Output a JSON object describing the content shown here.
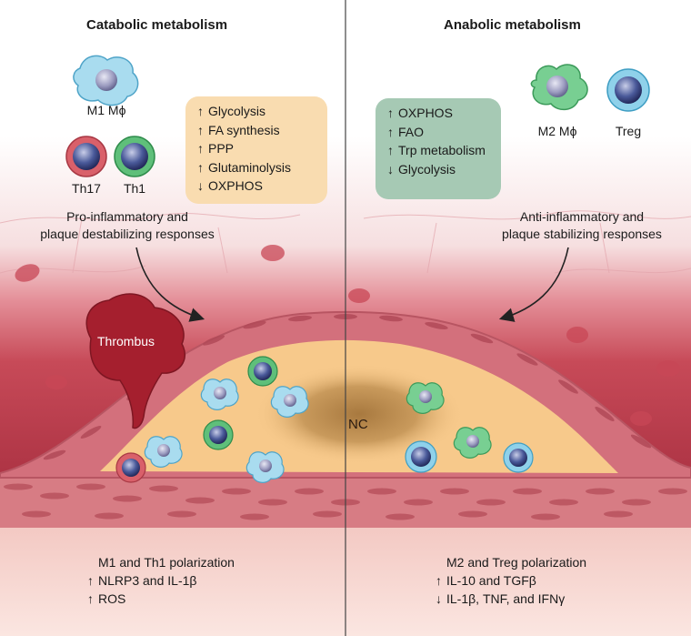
{
  "left": {
    "heading": "Catabolic metabolism",
    "cells": {
      "m1": "M1 Mϕ",
      "th17": "Th17",
      "th1": "Th1"
    },
    "metabolism": [
      {
        "arrow": "↑",
        "label": "Glycolysis"
      },
      {
        "arrow": "↑",
        "label": "FA synthesis"
      },
      {
        "arrow": "↑",
        "label": "PPP"
      },
      {
        "arrow": "↑",
        "label": "Glutaminolysis"
      },
      {
        "arrow": "↓",
        "label": "OXPHOS"
      }
    ],
    "response_line1": "Pro-inflammatory and",
    "response_line2": "plaque destabilizing responses",
    "bottom": [
      {
        "arrow": "",
        "label": "M1 and Th1 polarization"
      },
      {
        "arrow": "↑",
        "label": "NLRP3 and IL-1β"
      },
      {
        "arrow": "↑",
        "label": "ROS"
      }
    ]
  },
  "right": {
    "heading": "Anabolic metabolism",
    "cells": {
      "m2": "M2 Mϕ",
      "treg": "Treg"
    },
    "metabolism": [
      {
        "arrow": "↑",
        "label": "OXPHOS"
      },
      {
        "arrow": "↑",
        "label": "FAO"
      },
      {
        "arrow": "↑",
        "label": "Trp metabolism"
      },
      {
        "arrow": "↓",
        "label": "Glycolysis"
      }
    ],
    "response_line1": "Anti-inflammatory and",
    "response_line2": "plaque stabilizing responses",
    "bottom": [
      {
        "arrow": "",
        "label": "M2 and Treg polarization"
      },
      {
        "arrow": "↑",
        "label": "IL-10 and TGFβ"
      },
      {
        "arrow": "↓",
        "label": "IL-1β, TNF, and IFNγ"
      }
    ]
  },
  "plaque": {
    "thrombus": "Thrombus",
    "core": "NC"
  },
  "colors": {
    "catabolic_box": "#f9dcb0",
    "anabolic_box": "#a6c9b4",
    "tissue": "#b23a48",
    "plaque_core": "#f7c98b",
    "m1_cell": "#a9dcef",
    "th17_cell": "#d9606a",
    "th1_cell": "#5fbf7a",
    "m2_cell": "#78cf92",
    "treg_cell": "#8fd1ea"
  }
}
